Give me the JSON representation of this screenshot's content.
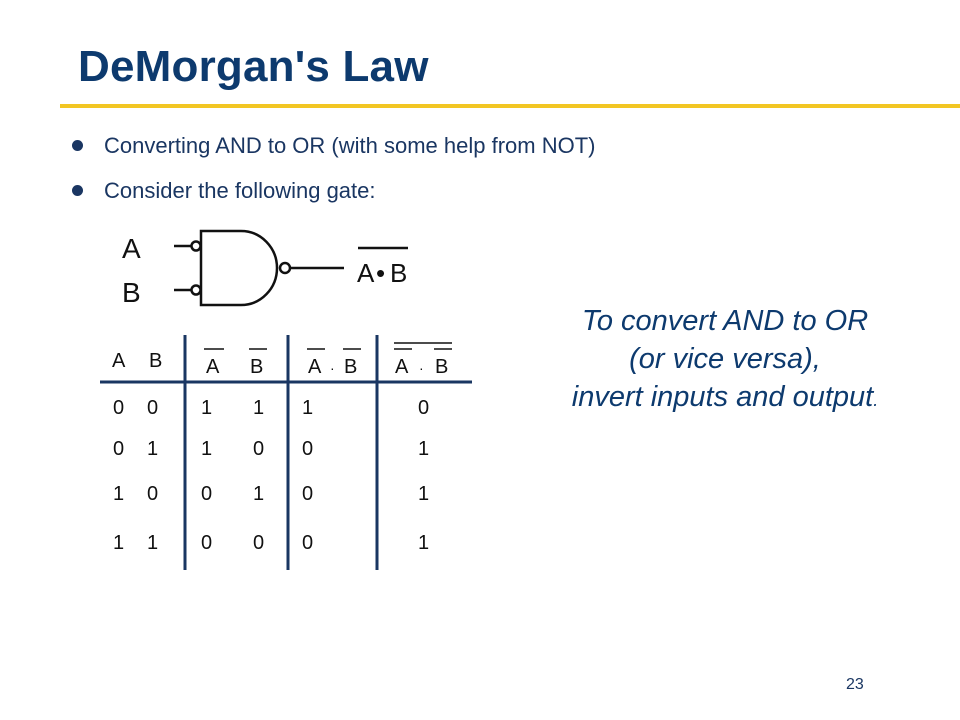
{
  "title": "DeMorgan's Law",
  "bullets": [
    "Converting AND to OR (with some help from NOT)",
    "Consider the following gate:"
  ],
  "gate": {
    "input_a": "A",
    "input_b": "B",
    "output_left": "A",
    "output_dot": "•",
    "output_right": "B"
  },
  "callout": {
    "line1": "To convert AND to OR",
    "line2": "(or vice versa),",
    "line3": "invert inputs and output",
    "period": "."
  },
  "truth_table": {
    "headers": {
      "a": "A",
      "b": "B",
      "not_a": "A",
      "not_b": "B",
      "and_a": "A",
      "and_dot": "·",
      "and_b": "B",
      "nand_a": "A",
      "nand_dot": "·",
      "nand_b": "B"
    },
    "rows": [
      [
        "0",
        "0",
        "1",
        "1",
        "1",
        "0"
      ],
      [
        "0",
        "1",
        "1",
        "0",
        "0",
        "1"
      ],
      [
        "1",
        "0",
        "0",
        "1",
        "0",
        "1"
      ],
      [
        "1",
        "1",
        "0",
        "0",
        "0",
        "1"
      ]
    ]
  },
  "page_number": "23",
  "colors": {
    "title": "#0d3a6e",
    "text": "#1a3662",
    "accent_rule": "#f2c623",
    "table_lines": "#1a3662"
  }
}
